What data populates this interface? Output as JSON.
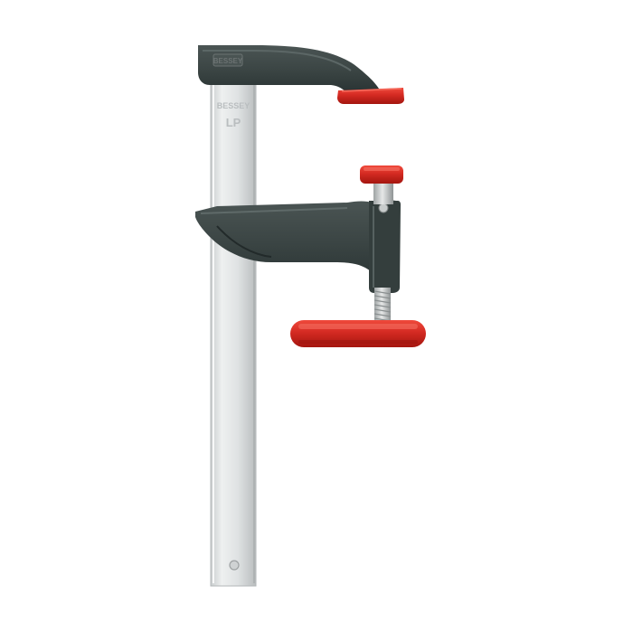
{
  "product_photo": {
    "subject": "F-clamp",
    "background_color": "#ffffff",
    "colors": {
      "rail": "#dfe2e3",
      "cast_iron": "#3a4443",
      "handle_red": "#d42a22",
      "screw_steel": "#c6c9c9"
    },
    "markings": {
      "head_logo": "BESSEY",
      "rail_logo": "BESSEY",
      "rail_model": "LP"
    }
  }
}
